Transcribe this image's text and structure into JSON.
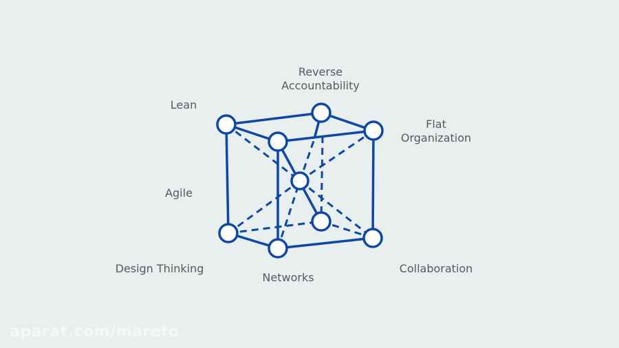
{
  "labels": {
    "reverse_accountability": [
      "Reverse",
      "Accountability"
    ],
    "lean": "Lean",
    "flat_organization": [
      "Flat",
      "Organization"
    ],
    "agile": "Agile",
    "design_thinking": "Design Thinking",
    "networks": "Networks",
    "collaboration": "Collaboration"
  },
  "watermark": "aparat.com/mareto",
  "colors": {
    "line": "#0d47a8",
    "background": "#e9eeee",
    "text": "#555a5e"
  }
}
